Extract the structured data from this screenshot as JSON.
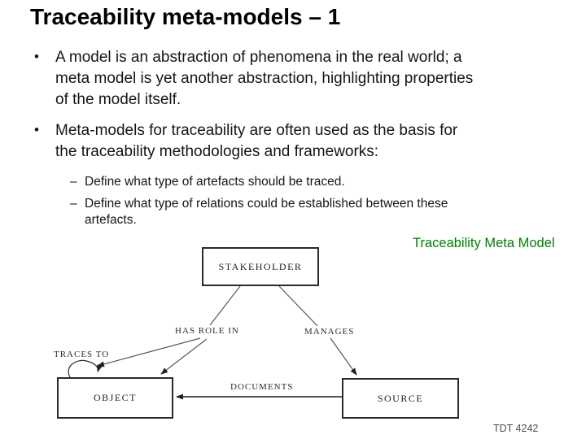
{
  "slide": {
    "title": "Traceability meta-models – 1",
    "footer": "TDT 4242"
  },
  "bullets": {
    "marker": "•",
    "dash": "–",
    "b1": [
      "A model is an abstraction of phenomena in the real world; a",
      "meta model is yet another abstraction, highlighting properties",
      "of the model itself."
    ],
    "b2": [
      "Meta-models for traceability are often used as the basis for",
      "the traceability methodologies and frameworks:"
    ],
    "s1": [
      "Define what type of artefacts should be traced."
    ],
    "s2": [
      "Define what type of relations could be established between these",
      "artefacts."
    ]
  },
  "diagram": {
    "caption": "Traceability Meta Model",
    "caption_color": "#008000",
    "line_color": "#5a5a5a",
    "nodes": {
      "stakeholder": "STAKEHOLDER",
      "object": "OBJECT",
      "source": "SOURCE"
    },
    "edges": {
      "traces_to": "TRACES TO",
      "has_role_in": "HAS ROLE IN",
      "manages": "MANAGES",
      "documents": "DOCUMENTS"
    }
  }
}
